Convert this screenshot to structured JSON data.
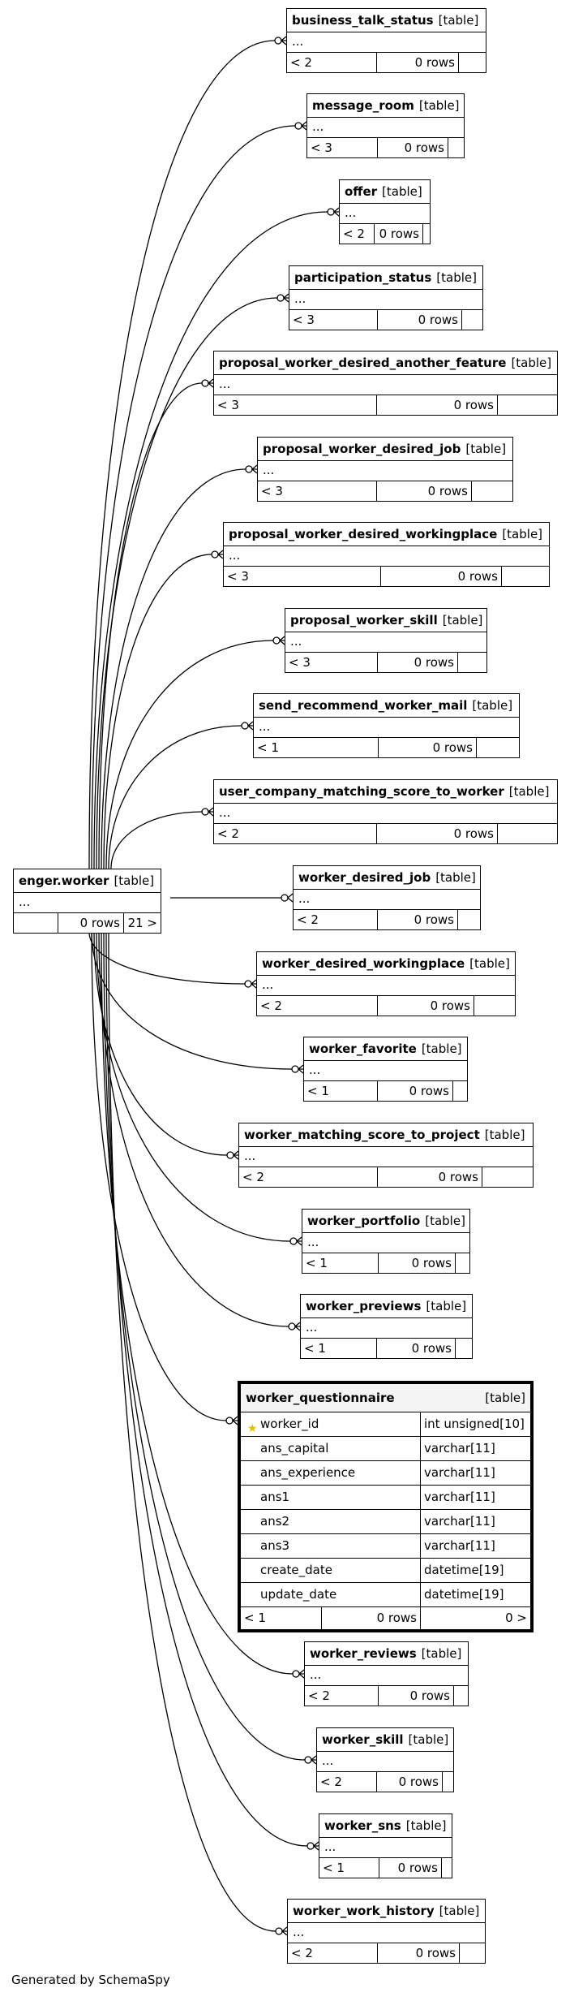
{
  "central": {
    "name": "enger.worker",
    "tag": "[table]",
    "dots": "...",
    "rows": "0 rows",
    "children": "21 >"
  },
  "tables": [
    {
      "name": "business_talk_status",
      "tag": "[table]",
      "dots": "...",
      "parents": "< 2",
      "rows": "0 rows"
    },
    {
      "name": "message_room",
      "tag": "[table]",
      "dots": "...",
      "parents": "< 3",
      "rows": "0 rows"
    },
    {
      "name": "offer",
      "tag": "[table]",
      "dots": "...",
      "parents": "< 2",
      "rows": "0 rows"
    },
    {
      "name": "participation_status",
      "tag": "[table]",
      "dots": "...",
      "parents": "< 3",
      "rows": "0 rows"
    },
    {
      "name": "proposal_worker_desired_another_feature",
      "tag": "[table]",
      "dots": "...",
      "parents": "< 3",
      "rows": "0 rows"
    },
    {
      "name": "proposal_worker_desired_job",
      "tag": "[table]",
      "dots": "...",
      "parents": "< 3",
      "rows": "0 rows"
    },
    {
      "name": "proposal_worker_desired_workingplace",
      "tag": "[table]",
      "dots": "...",
      "parents": "< 3",
      "rows": "0 rows"
    },
    {
      "name": "proposal_worker_skill",
      "tag": "[table]",
      "dots": "...",
      "parents": "< 3",
      "rows": "0 rows"
    },
    {
      "name": "send_recommend_worker_mail",
      "tag": "[table]",
      "dots": "...",
      "parents": "< 1",
      "rows": "0 rows"
    },
    {
      "name": "user_company_matching_score_to_worker",
      "tag": "[table]",
      "dots": "...",
      "parents": "< 2",
      "rows": "0 rows"
    },
    {
      "name": "worker_desired_job",
      "tag": "[table]",
      "dots": "...",
      "parents": "< 2",
      "rows": "0 rows"
    },
    {
      "name": "worker_desired_workingplace",
      "tag": "[table]",
      "dots": "...",
      "parents": "< 2",
      "rows": "0 rows"
    },
    {
      "name": "worker_favorite",
      "tag": "[table]",
      "dots": "...",
      "parents": "< 1",
      "rows": "0 rows"
    },
    {
      "name": "worker_matching_score_to_project",
      "tag": "[table]",
      "dots": "...",
      "parents": "< 2",
      "rows": "0 rows"
    },
    {
      "name": "worker_portfolio",
      "tag": "[table]",
      "dots": "...",
      "parents": "< 1",
      "rows": "0 rows"
    },
    {
      "name": "worker_previews",
      "tag": "[table]",
      "dots": "...",
      "parents": "< 1",
      "rows": "0 rows"
    },
    {
      "name": "worker_reviews",
      "tag": "[table]",
      "dots": "...",
      "parents": "< 2",
      "rows": "0 rows"
    },
    {
      "name": "worker_skill",
      "tag": "[table]",
      "dots": "...",
      "parents": "< 2",
      "rows": "0 rows"
    },
    {
      "name": "worker_sns",
      "tag": "[table]",
      "dots": "...",
      "parents": "< 1",
      "rows": "0 rows"
    },
    {
      "name": "worker_work_history",
      "tag": "[table]",
      "dots": "...",
      "parents": "< 2",
      "rows": "0 rows"
    }
  ],
  "questionnaire": {
    "name": "worker_questionnaire",
    "tag": "[table]",
    "columns": [
      {
        "name": "worker_id",
        "type": "int unsigned[10]",
        "key": "primary-key"
      },
      {
        "name": "ans_capital",
        "type": "varchar[11]"
      },
      {
        "name": "ans_experience",
        "type": "varchar[11]"
      },
      {
        "name": "ans1",
        "type": "varchar[11]"
      },
      {
        "name": "ans2",
        "type": "varchar[11]"
      },
      {
        "name": "ans3",
        "type": "varchar[11]"
      },
      {
        "name": "create_date",
        "type": "datetime[19]"
      },
      {
        "name": "update_date",
        "type": "datetime[19]"
      }
    ],
    "parents": "< 1",
    "rows": "0 rows",
    "children": "0 >"
  },
  "footer": "Generated by SchemaSpy"
}
